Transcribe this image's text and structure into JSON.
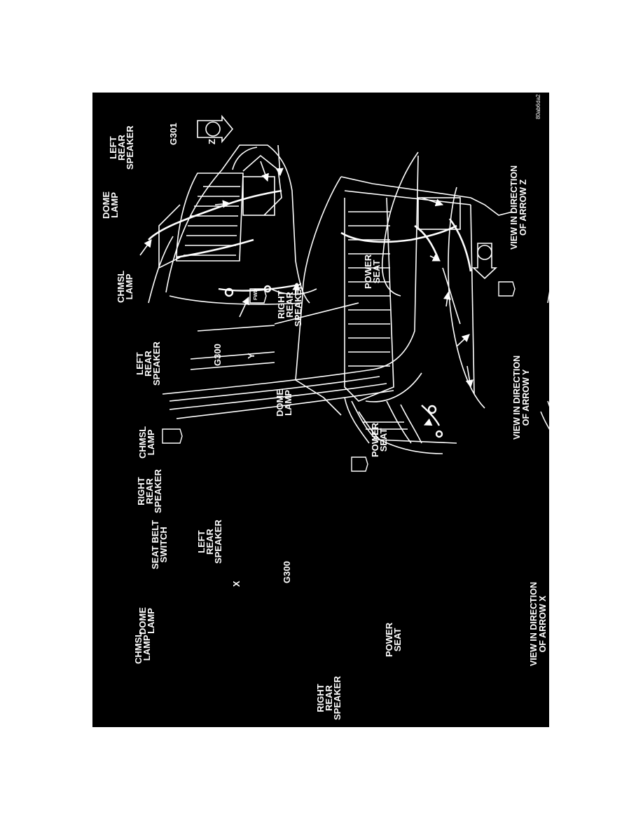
{
  "figure_code": "80ab6da2",
  "fwd_tag": "FWD",
  "view_x": {
    "arrow_letter": "X",
    "caption": [
      "VIEW IN DIRECTION",
      "OF ARROW X"
    ],
    "labels": {
      "chmsl_lamp": [
        "CHMSL",
        "LAMP"
      ],
      "dome_lamp": [
        "DOME",
        "LAMP"
      ],
      "seat_belt_switch": [
        "SEAT BELT",
        "SWITCH"
      ],
      "left_rear_speaker": [
        "LEFT",
        "REAR",
        "SPEAKER"
      ],
      "g300": "G300",
      "right_rear_speaker": [
        "RIGHT",
        "REAR",
        "SPEAKER"
      ],
      "power_seat": [
        "POWER",
        "SEAT"
      ]
    }
  },
  "view_y": {
    "arrow_letter": "Y",
    "caption": [
      "VIEW IN DIRECTION",
      "OF ARROW Y"
    ],
    "labels": {
      "right_rear_speaker": [
        "RIGHT",
        "REAR",
        "SPEAKER"
      ],
      "chmsl_lamp": [
        "CHMSL",
        "LAMP"
      ],
      "left_rear_speaker": [
        "LEFT",
        "REAR",
        "SPEAKER"
      ],
      "g300": "G300",
      "dome_lamp": [
        "DOME",
        "LAMP"
      ],
      "power_seat": [
        "POWER",
        "SEAT"
      ]
    }
  },
  "view_z": {
    "arrow_letter": "Z",
    "caption": [
      "VIEW IN DIRECTION",
      "OF ARROW Z"
    ],
    "labels": {
      "chmsl_lamp": [
        "CHMSL",
        "LAMP"
      ],
      "dome_lamp": [
        "DOME",
        "LAMP"
      ],
      "left_rear_speaker": [
        "LEFT",
        "REAR",
        "SPEAKER"
      ],
      "g301": "G301",
      "right_rear_speaker": [
        "RIGHT",
        "REAR",
        "SPEAKER"
      ],
      "power_seat": [
        "POWER",
        "SEAT"
      ]
    }
  }
}
